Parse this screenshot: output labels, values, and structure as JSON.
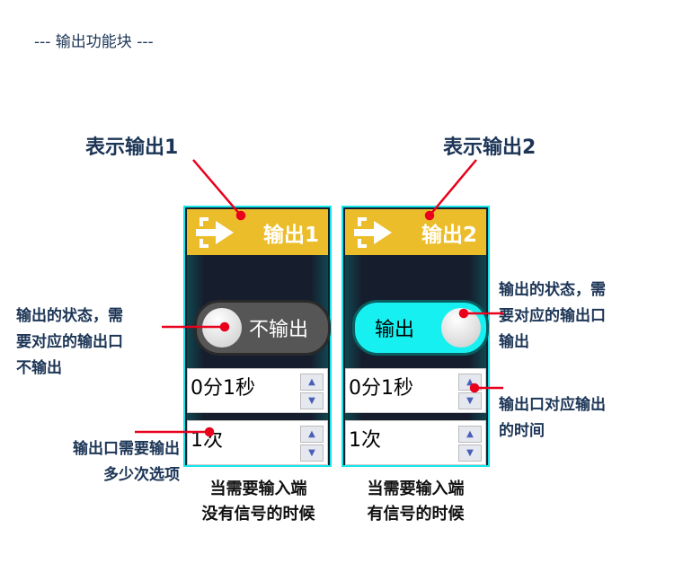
{
  "section_title": "--- 输出功能块 ---",
  "labels": {
    "output1": "表示输出1",
    "output2": "表示输出2"
  },
  "panels": [
    {
      "title": "输出1",
      "switch": {
        "state": "off",
        "label": "不输出"
      },
      "time": "0分1秒",
      "count": "1次",
      "caption": [
        "当需要输入端",
        "没有信号的时候"
      ]
    },
    {
      "title": "输出2",
      "switch": {
        "state": "on",
        "label": "输出"
      },
      "time": "0分1秒",
      "count": "1次",
      "caption": [
        "当需要输入端",
        "有信号的时候"
      ]
    }
  ],
  "notes": {
    "left_state": [
      "输出的状态，需",
      "要对应的输出口",
      "不输出"
    ],
    "left_count": [
      "输出口需要输出",
      "多少次选项"
    ],
    "right_state": [
      "输出的状态，需",
      "要对应的输出口",
      "输出"
    ],
    "right_time": [
      "输出口对应输出",
      "的时间"
    ]
  },
  "colors": {
    "header": "#ecbd2a",
    "accent": "#16e6ea",
    "annotation": "#e8001c",
    "text": "#1c3556"
  }
}
